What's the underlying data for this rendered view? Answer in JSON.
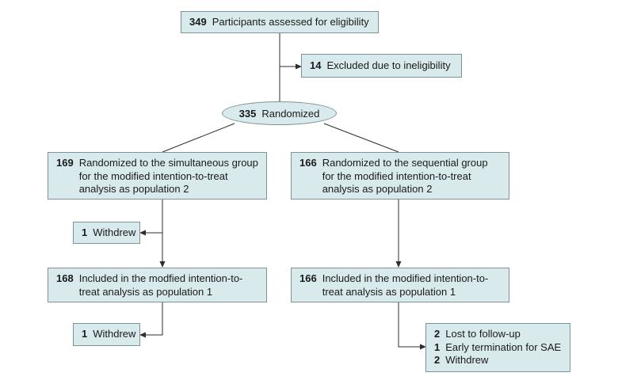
{
  "figure": {
    "type": "consort-flow-diagram",
    "background": "#ffffff",
    "box_fill": "#d8eaec",
    "box_border": "#7e9397",
    "line_color": "#2e2e2e",
    "text_color": "#1a1a1a"
  },
  "nodes": {
    "eligibility": {
      "number": "349",
      "label": "Participants assessed for eligibility"
    },
    "excluded": {
      "number": "14",
      "label": "Excluded due to ineligibility"
    },
    "randomized": {
      "number": "335",
      "label": "Randomized"
    },
    "simultaneous_group": {
      "number": "169",
      "label": "Randomized to the simultaneous group\nfor the modified intention-to-treat\nanalysis as population 2"
    },
    "sequential_group": {
      "number": "166",
      "label": "Randomized to the sequential group\nfor the modified intention-to-treat\nanalysis as population 2"
    },
    "withdrew_simultaneous_1": {
      "number": "1",
      "label": "Withdrew"
    },
    "included_simultaneous": {
      "number": "168",
      "label": "Included in the modfied intention-to-\ntreat analysis as population 1"
    },
    "included_sequential": {
      "number": "166",
      "label": "Included in the modified intention-to-\ntreat analysis as population 1"
    },
    "withdrew_simultaneous_2": {
      "number": "1",
      "label": "Withdrew"
    },
    "sequential_dropouts": {
      "items": [
        {
          "number": "2",
          "label": "Lost to follow-up"
        },
        {
          "number": "1",
          "label": "Early termination for SAE"
        },
        {
          "number": "2",
          "label": "Withdrew"
        }
      ]
    }
  }
}
